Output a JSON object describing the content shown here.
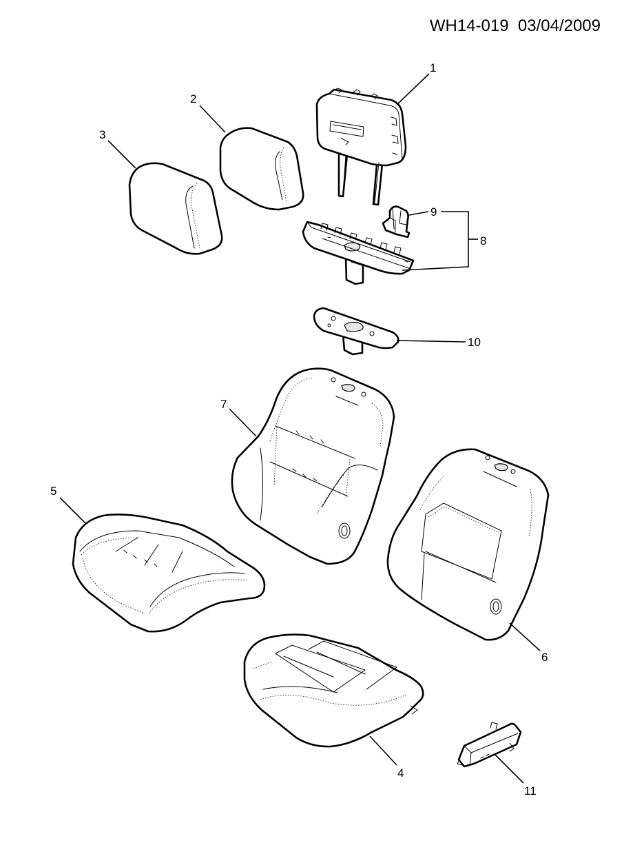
{
  "header": {
    "ref_code": "WH14-019  03/04/2009"
  },
  "callouts": {
    "c1": "1",
    "c2": "2",
    "c3": "3",
    "c4": "4",
    "c5": "5",
    "c6": "6",
    "c7": "7",
    "c8": "8",
    "c9": "9",
    "c10": "10",
    "c11": "11"
  },
  "colors": {
    "line": "#000000",
    "background": "#ffffff"
  }
}
